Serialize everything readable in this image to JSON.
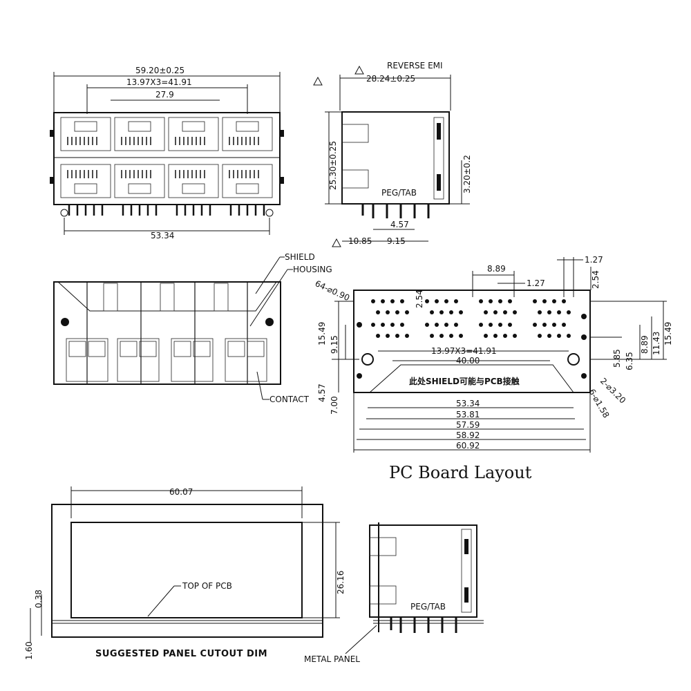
{
  "front_view": {
    "overall_width": "59.20±0.25",
    "pitch": "13.97X3=41.91",
    "inner": "27.9",
    "pin_span": "53.34"
  },
  "side_view": {
    "label_reverse": "REVERSE EMI",
    "depth": "28.24±0.25",
    "height": "25.30±0.25",
    "tab_height": "3.20±0.2",
    "peg_tab": "PEG/TAB",
    "d_457": "4.57",
    "d_1085": "10.85",
    "d_915": "9.15"
  },
  "section_view": {
    "shield": "SHIELD",
    "housing": "HOUSING",
    "contact": "CONTACT"
  },
  "pcb_layout": {
    "holes": "64-⌀0.90",
    "d_889_top": "8.89",
    "d_127_top": "1.27",
    "d_127_right": "1.27",
    "d_254_right": "2.54",
    "d_254_mid": "2.54",
    "d_1549_left": "15.49",
    "d_915_left": "9.15",
    "d_457_left": "4.57",
    "d_700_left": "7.00",
    "pitch": "13.97X3=41.91",
    "d_4000": "40.00",
    "shield_note": "此处SHIELD可能与PCB接触",
    "d_5334": "53.34",
    "d_5381": "53.81",
    "d_5759": "57.59",
    "d_5892": "58.92",
    "d_6092": "60.92",
    "d_1549_right": "15.49",
    "d_1143": "11.43",
    "d_889_right": "8.89",
    "d_635": "6.35",
    "d_585": "5.85",
    "hole_a": "2-⌀3.20",
    "hole_b": "6-⌀1.58",
    "title": "PC Board Layout"
  },
  "panel_cutout": {
    "width": "60.07",
    "height": "26.16",
    "top_of_pcb": "TOP OF PCB",
    "d_038": "0.38",
    "d_160": "1.60",
    "caption": "SUGGESTED PANEL CUTOUT DIM",
    "peg_tab": "PEG/TAB",
    "metal_panel": "METAL PANEL"
  }
}
